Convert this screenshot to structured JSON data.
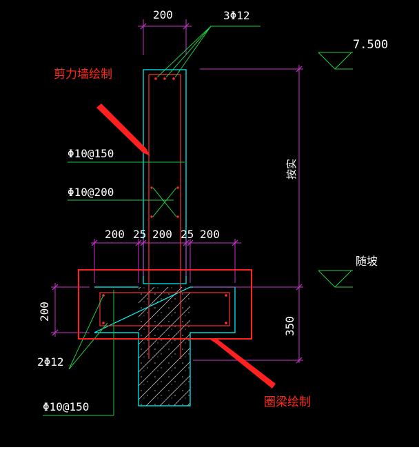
{
  "drawing": {
    "background": "#000000",
    "colors": {
      "outline": "#00ffff",
      "rebar": "#ff3030",
      "dimension": "#cc33cc",
      "leader": "#22cc44",
      "text": "#ffffff",
      "annotation": "#ff2a1a"
    },
    "labels": {
      "wall_width_dim": "200",
      "top_rebar": "3Φ12",
      "elevation_top": "7.500",
      "horizontal_bars": "Φ10@150",
      "tie_bars": "Φ10@200",
      "beam_dims": [
        "200",
        "25",
        "200",
        "25",
        "200"
      ],
      "wall_height": "按实",
      "slope_level": "随坡",
      "beam_height_dim": "200",
      "footing_depth_dim": "350",
      "beam_rebar": "2Φ12",
      "stirrups": "Φ10@150"
    },
    "annotations": {
      "wall": "剪力墙绘制",
      "ring_beam": "圈梁绘制"
    }
  }
}
